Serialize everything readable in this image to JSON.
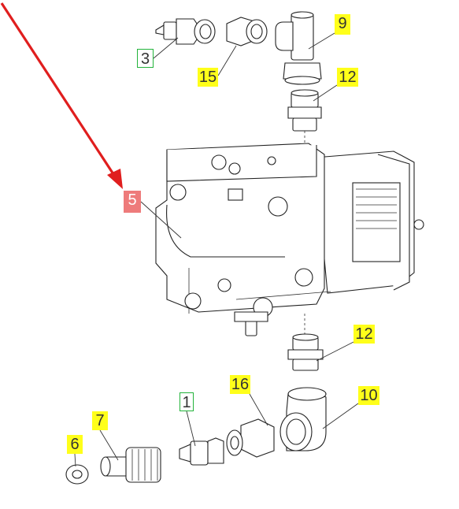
{
  "labels": {
    "l3": "3",
    "l15": "15",
    "l9": "9",
    "l12a": "12",
    "l5": "5",
    "l12b": "12",
    "l16": "16",
    "l10": "10",
    "l1": "1",
    "l7": "7",
    "l6": "6"
  },
  "colors": {
    "highlight_yellow": "#ffff1a",
    "outline_green": "#22b33a",
    "selected_red": "#ee7b7b",
    "arrow_red": "#e01e1e"
  }
}
